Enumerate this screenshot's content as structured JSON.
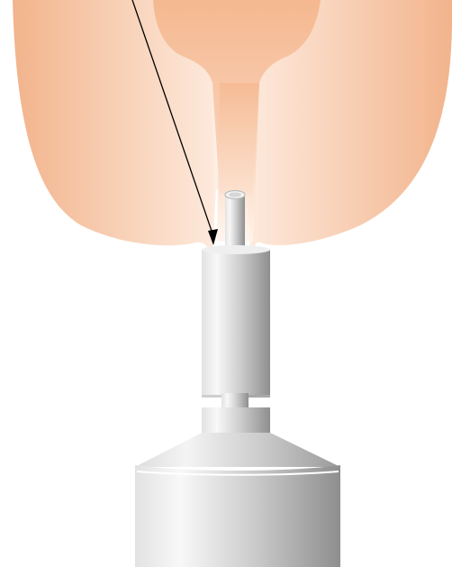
{
  "diagram": {
    "colors": {
      "background": "#ffffff",
      "tissue_outer": "#f2b48c",
      "tissue_highlight": "#fde8da",
      "tissue_inner": "#f7c29f",
      "metal_light": "#f4f4f4",
      "metal_mid": "#cfcfcf",
      "metal_dark": "#8e8e8e",
      "arrow": "#000000"
    },
    "icons": {
      "arrow": "pointer-arrow",
      "probe": "cylindrical-instrument",
      "anatomy": "tissue-cross-section"
    }
  }
}
